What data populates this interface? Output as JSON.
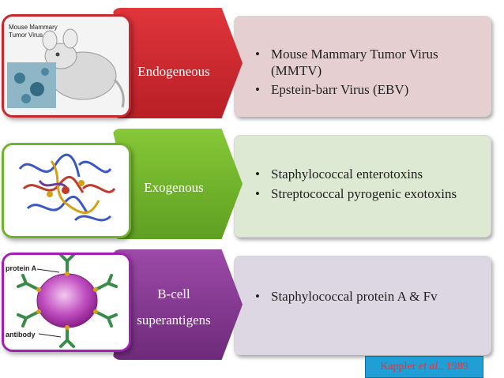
{
  "rows": [
    {
      "label": "Endogeneous",
      "bullets": [
        "Mouse Mammary Tumor Virus (MMTV)",
        "Epstein-barr  Virus (EBV)"
      ],
      "image_caption": [
        "Mouse Mammary",
        "Tumor Virus"
      ],
      "colors": {
        "chevron": "#c8272e",
        "border": "#c8272e",
        "desc_bg": "#e6cfd0"
      }
    },
    {
      "label": "Exogenous",
      "bullets": [
        "Staphylococcal enterotoxins",
        "Streptococcal pyrogenic exotoxins"
      ],
      "colors": {
        "chevron": "#6fb32b",
        "border": "#6fb32b",
        "desc_bg": "#dde9d2"
      }
    },
    {
      "label_lines": [
        "B-cell",
        "superantigens"
      ],
      "bullets": [
        "Staphylococcal protein A & Fv"
      ],
      "image_labels": {
        "top": "protein A",
        "bottom": "antibody"
      },
      "colors": {
        "chevron": "#8a3a96",
        "border": "#a31fb3",
        "desc_bg": "#ddd6e3"
      }
    }
  ],
  "bullet_symbol": "•",
  "citation": {
    "author": "Kappler",
    "etal": "et al.,",
    "year": "1989"
  }
}
